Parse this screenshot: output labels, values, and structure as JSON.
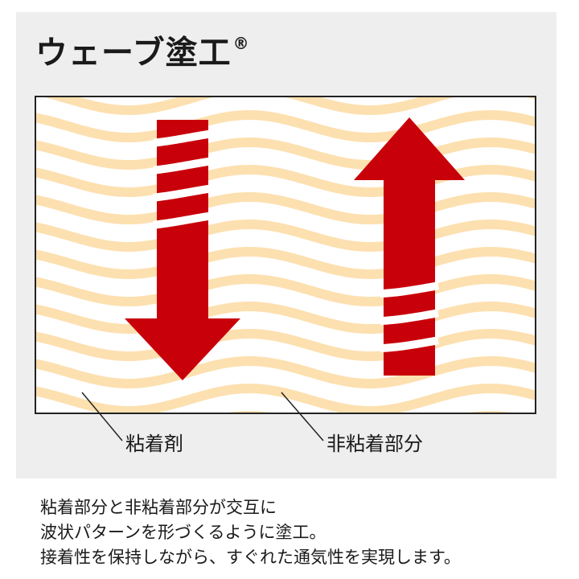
{
  "title": {
    "text": "ウェーブ塗工",
    "mark": "®"
  },
  "labels": {
    "adhesive": "粘着剤",
    "non_adhesive": "非粘着部分"
  },
  "description": [
    "粘着部分と非粘着部分が交互に",
    "波状パターンを形づくるように塗工。",
    "接着性を保持しながら、すぐれた通気性を実現します。"
  ],
  "colors": {
    "wave": "#fde0b0",
    "arrow": "#c8000a",
    "panel": "#eeeeee",
    "border": "#222222"
  },
  "icons": {
    "down": "arrow-down-icon",
    "up": "arrow-up-icon"
  }
}
